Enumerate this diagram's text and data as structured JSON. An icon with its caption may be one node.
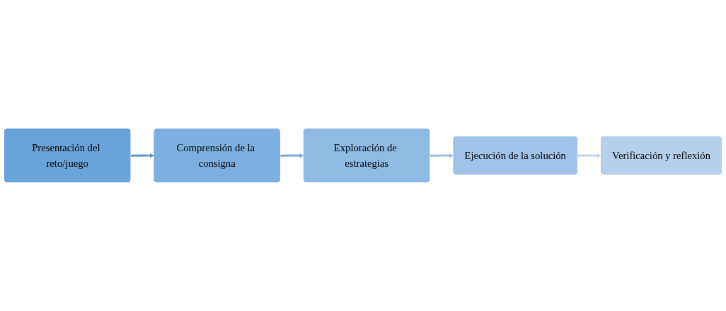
{
  "diagram": {
    "nodes": [
      {
        "text": [
          "Presentación del reto/juego"
        ]
      },
      {
        "text": [
          "Comprensión de la consigna"
        ]
      },
      {
        "text": [
          "Exploración de estrategias"
        ]
      },
      {
        "text": [
          "Ejecución de la solución"
        ]
      },
      {
        "text": [
          "Verificación y reflexión"
        ]
      }
    ],
    "edges": [
      {
        "from": 0,
        "to": 1,
        "arrow": "to",
        "color": "#5b96cc"
      },
      {
        "from": 1,
        "to": 2,
        "arrow": "to",
        "color": "#7ea8d6"
      },
      {
        "from": 2,
        "to": 3,
        "arrow": "to",
        "color": "#9db9e0"
      },
      {
        "from": 3,
        "to": 4,
        "arrow": "to",
        "color": "#c5d5eb"
      }
    ]
  }
}
